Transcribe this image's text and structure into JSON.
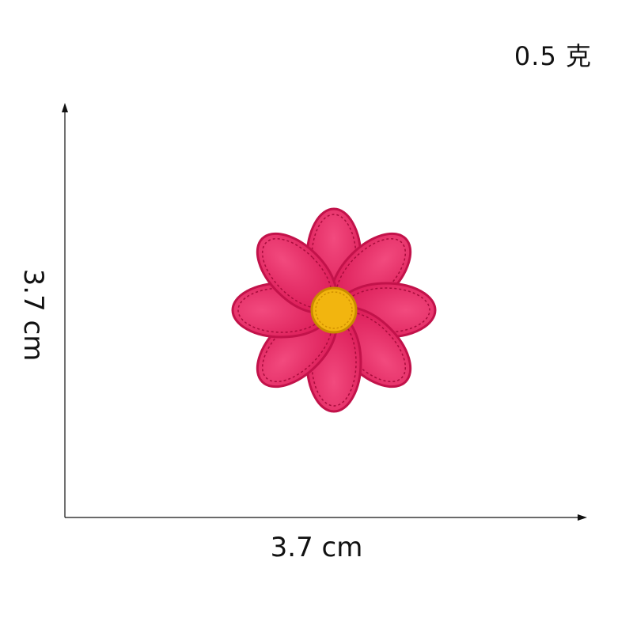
{
  "weight": "0.5 克",
  "dimensions": {
    "width": "3.7 cm",
    "height": "3.7 cm"
  },
  "colors": {
    "petal": "#e41f5c",
    "petal_light": "#f03a73",
    "stitch": "#b80f43",
    "center": "#f2b50f",
    "center_stitch": "#d18f00",
    "axis": "#111111"
  }
}
